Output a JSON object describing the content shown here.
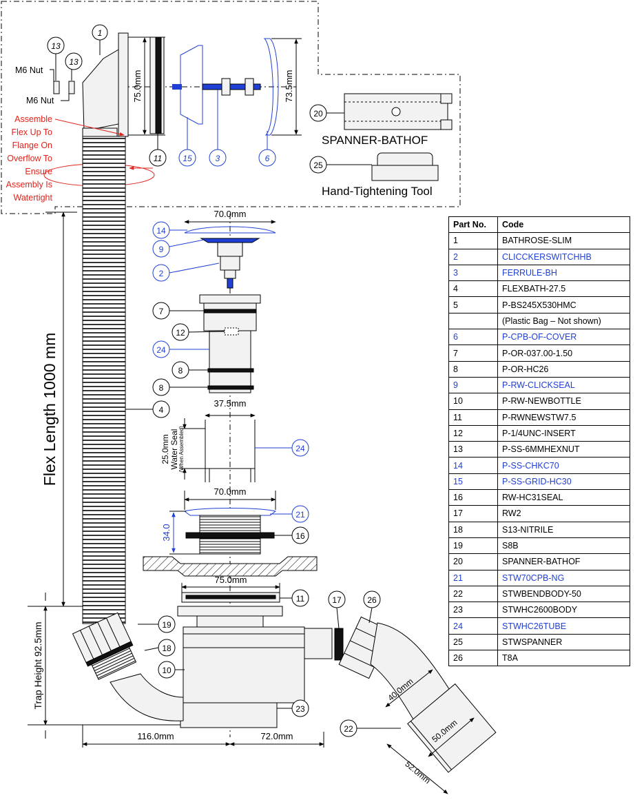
{
  "colors": {
    "blue": "#1f3fd6",
    "red": "#e0231b",
    "black": "#000000"
  },
  "callouts": {
    "p1": "1",
    "p2": "2",
    "p3": "3",
    "p4": "4",
    "p6": "6",
    "p7": "7",
    "p8a": "8",
    "p8b": "8",
    "p9": "9",
    "p10": "10",
    "p11a": "11",
    "p11b": "11",
    "p12": "12",
    "p13a": "13",
    "p13b": "13",
    "p14": "14",
    "p15": "15",
    "p16": "16",
    "p17": "17",
    "p18": "18",
    "p19": "19",
    "p20": "20",
    "p21": "21",
    "p22": "22",
    "p23": "23",
    "p24a": "24",
    "p24b": "24",
    "p25": "25",
    "p26": "26"
  },
  "labels": {
    "m6_nut_top": "M6 Nut",
    "m6_nut_bottom": "M6 Nut",
    "assemble_note": [
      "Assemble",
      "Flex Up To",
      "Flange On",
      "Overflow To",
      "Ensure",
      "Assembly Is",
      "Watertight"
    ],
    "spanner": "SPANNER-BATHOF",
    "hand_tool": "Hand-Tightening Tool",
    "flex_length": "Flex Length 1000 mm",
    "trap_height": "Trap Height 92.5mm",
    "water_seal": [
      "25.0mm",
      "Water Seal",
      "(When Assembled)"
    ]
  },
  "dimensions": {
    "d_75_0_vert": "75.0mm",
    "d_73_5": "73.5mm",
    "d_70_top": "70.0mm",
    "d_37_5": "37.5mm",
    "d_70_mid": "70.0mm",
    "d_34": "34.0",
    "d_75_0_horiz": "75.0mm",
    "d_116": "116.0mm",
    "d_72": "72.0mm",
    "d_40": "40.0mm",
    "d_50": "50.0mm",
    "d_52": "52.0mm"
  },
  "parts_table": {
    "header": {
      "part": "Part No.",
      "code": "Code"
    },
    "rows": [
      {
        "part": "1",
        "code": "BATHROSE-SLIM",
        "blue": false
      },
      {
        "part": "2",
        "code": "CLICCKERSWITCHHB",
        "blue": true
      },
      {
        "part": "3",
        "code": "FERRULE-BH",
        "blue": true
      },
      {
        "part": "4",
        "code": "FLEXBATH-27.5",
        "blue": false
      },
      {
        "part": "5",
        "code": "P-BS245X530HMC",
        "blue": false
      },
      {
        "part": "",
        "code": "(Plastic Bag – Not shown)",
        "blue": false
      },
      {
        "part": "6",
        "code": "P-CPB-OF-COVER",
        "blue": true
      },
      {
        "part": "7",
        "code": "P-OR-037.00-1.50",
        "blue": false
      },
      {
        "part": "8",
        "code": "P-OR-HC26",
        "blue": false
      },
      {
        "part": "9",
        "code": "P-RW-CLICKSEAL",
        "blue": true
      },
      {
        "part": "10",
        "code": "P-RW-NEWBOTTLE",
        "blue": false
      },
      {
        "part": "11",
        "code": "P-RWNEWSTW7.5",
        "blue": false
      },
      {
        "part": "12",
        "code": "P-1/4UNC-INSERT",
        "blue": false
      },
      {
        "part": "13",
        "code": "P-SS-6MMHEXNUT",
        "blue": false
      },
      {
        "part": "14",
        "code": "P-SS-CHKC70",
        "blue": true
      },
      {
        "part": "15",
        "code": "P-SS-GRID-HC30",
        "blue": true
      },
      {
        "part": "16",
        "code": "RW-HC31SEAL",
        "blue": false
      },
      {
        "part": "17",
        "code": "RW2",
        "blue": false
      },
      {
        "part": "18",
        "code": "S13-NITRILE",
        "blue": false
      },
      {
        "part": "19",
        "code": "S8B",
        "blue": false
      },
      {
        "part": "20",
        "code": "SPANNER-BATHOF",
        "blue": false
      },
      {
        "part": "21",
        "code": "STW70CPB-NG",
        "blue": true
      },
      {
        "part": "22",
        "code": "STWBENDBODY-50",
        "blue": false
      },
      {
        "part": "23",
        "code": "STWHC2600BODY",
        "blue": false
      },
      {
        "part": "24",
        "code": "STWHC26TUBE",
        "blue": true
      },
      {
        "part": "25",
        "code": "STWSPANNER",
        "blue": false
      },
      {
        "part": "26",
        "code": "T8A",
        "blue": false
      }
    ]
  }
}
